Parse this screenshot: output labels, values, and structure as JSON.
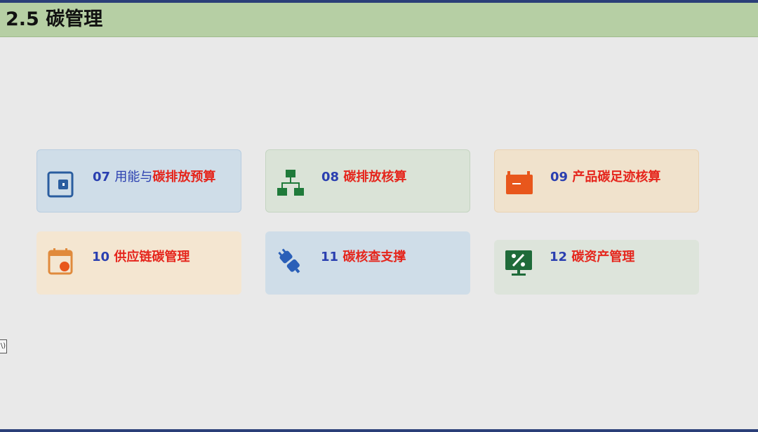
{
  "page": {
    "title": "2.5 碳管理"
  },
  "cards": [
    {
      "num": "07",
      "text_dark": "用能与",
      "text_red": "碳排放预算",
      "icon": "calculator-icon"
    },
    {
      "num": "08",
      "text_dark": "",
      "text_red": "碳排放核算",
      "icon": "org-chart-icon"
    },
    {
      "num": "09",
      "text_dark": "",
      "text_red": "产品碳足迹核算",
      "icon": "footprint-board-icon"
    },
    {
      "num": "10",
      "text_dark": "",
      "text_red": "供应链碳管理",
      "icon": "supply-chain-calendar-icon"
    },
    {
      "num": "11",
      "text_dark": "",
      "text_red": "碳核查支撑",
      "icon": "connector-plug-icon"
    },
    {
      "num": "12",
      "text_dark": "",
      "text_red": "碳资产管理",
      "icon": "percent-monitor-icon"
    }
  ],
  "side_tag": {
    "text": "\\)"
  },
  "colors": {
    "header_bg": "#b6cfa4",
    "number_blue": "#2a3fb0",
    "label_red": "#e5251c"
  }
}
